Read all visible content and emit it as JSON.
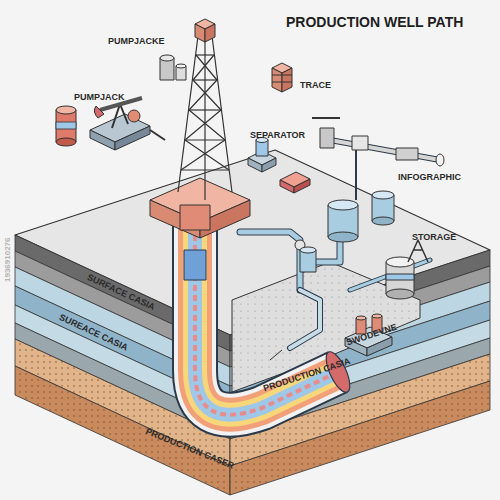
{
  "diagram": {
    "title": "PRODUCTION WELL PATH",
    "labels": [
      "PUMPJACKE",
      "PUMPJACK",
      "TRACE",
      "SEPARATOR",
      "INFOGRAPHIC",
      "STORAGE",
      "SURFACE CASIA",
      "SUREACE CASIA",
      "PRODUCTION CASER",
      "PRODUCTION CASIA",
      "SWODEVNE",
      "1936910276"
    ]
  }
}
